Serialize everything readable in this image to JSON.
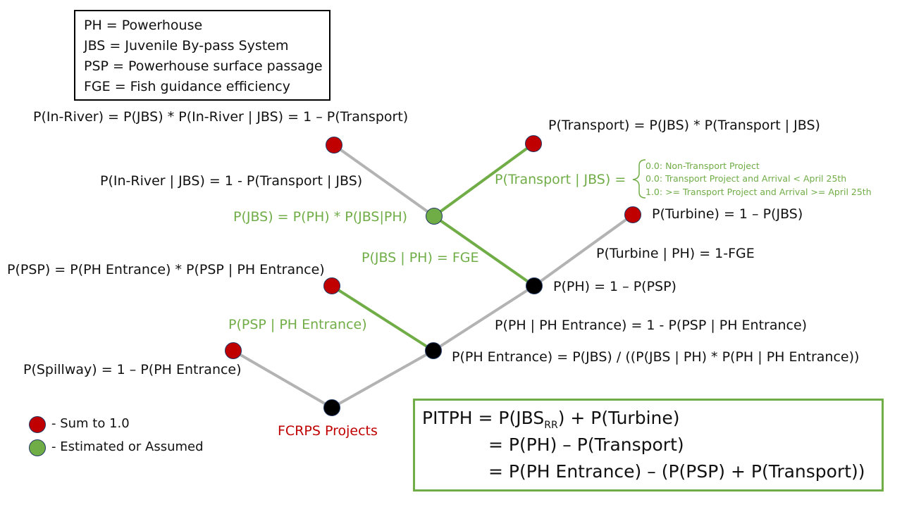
{
  "key": {
    "lines": [
      "PH = Powerhouse",
      "JBS = Juvenile By-pass System",
      "PSP = Powerhouse surface passage",
      "FGE = Fish guidance efficiency"
    ]
  },
  "labels": {
    "in_river": "P(In-River) = P(JBS) * P(In-River | JBS)  = 1 – P(Transport)",
    "transport": "P(Transport) = P(JBS) * P(Transport | JBS)",
    "in_river_given_jbs": "P(In-River | JBS) = 1 - P(Transport | JBS)",
    "transport_given_jbs": "P(Transport | JBS) =",
    "jbs": "P(JBS) = P(PH) * P(JBS|PH)",
    "turbine": "P(Turbine) = 1 – P(JBS)",
    "turbine_given_ph": "P(Turbine | PH) = 1-FGE",
    "jbs_given_ph": "P(JBS | PH) = FGE",
    "psp": "P(PSP) = P(PH Entrance) * P(PSP | PH Entrance)",
    "ph": "P(PH) = 1 – P(PSP)",
    "psp_given_ph_entrance": "P(PSP | PH Entrance)",
    "ph_given_ph_entrance": "P(PH | PH Entrance) = 1 - P(PSP | PH Entrance)",
    "spillway": "P(Spillway) = 1 – P(PH Entrance)",
    "ph_entrance": "P(PH Entrance) = P(JBS) / ((P(JBS | PH) * P(PH | PH Entrance))",
    "root": "FCRPS Projects"
  },
  "transport_options": [
    "0.0: Non-Transport Project",
    "0.0: Transport Project and Arrival < April 25th",
    "1.0: >= Transport Project and Arrival >= April 25th"
  ],
  "legend": {
    "red": "- Sum to 1.0",
    "green": "- Estimated or Assumed"
  },
  "formula": {
    "line1_prefix": "PITPH = P(JBS",
    "line1_sub": "RR",
    "line1_suffix": ") + P(Turbine)",
    "line2": "= P(PH) – P(Transport)",
    "line3": "= P(PH Entrance) – (P(PSP) + P(Transport))"
  },
  "colors": {
    "red_node": "#c00000",
    "green_node": "#70ad47",
    "black_node": "#000000",
    "gray_edge": "#b3b3b3",
    "green_edge": "#70ad47"
  }
}
